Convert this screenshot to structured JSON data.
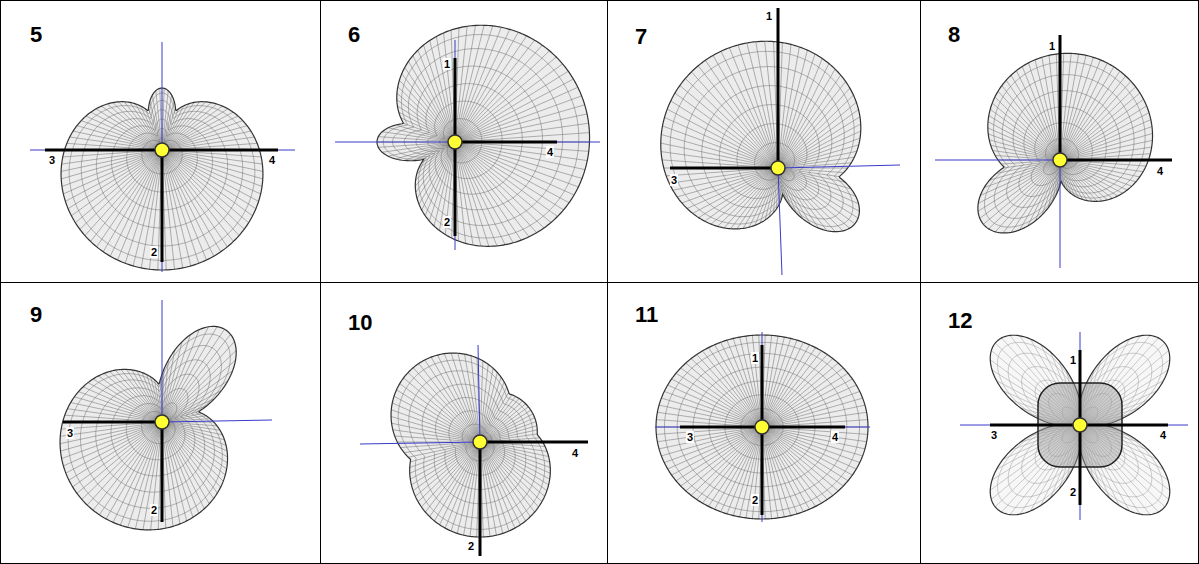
{
  "diagram": {
    "nodes": [
      {
        "text": [
          "5"
        ]
      },
      {
        "text": [
          "6"
        ]
      },
      {
        "text": [
          "7"
        ]
      },
      {
        "text": [
          "8"
        ]
      },
      {
        "text": [
          "9"
        ]
      },
      {
        "text": [
          "10"
        ]
      },
      {
        "text": [
          "11"
        ]
      },
      {
        "text": [
          "12"
        ]
      }
    ],
    "labels": [
      "3",
      "4",
      "2",
      "1",
      "4",
      "2",
      "1",
      "3",
      "1",
      "4",
      "3",
      "2",
      "4",
      "2",
      "1",
      "3",
      "4",
      "2",
      "1",
      "3",
      "4",
      "2"
    ]
  }
}
